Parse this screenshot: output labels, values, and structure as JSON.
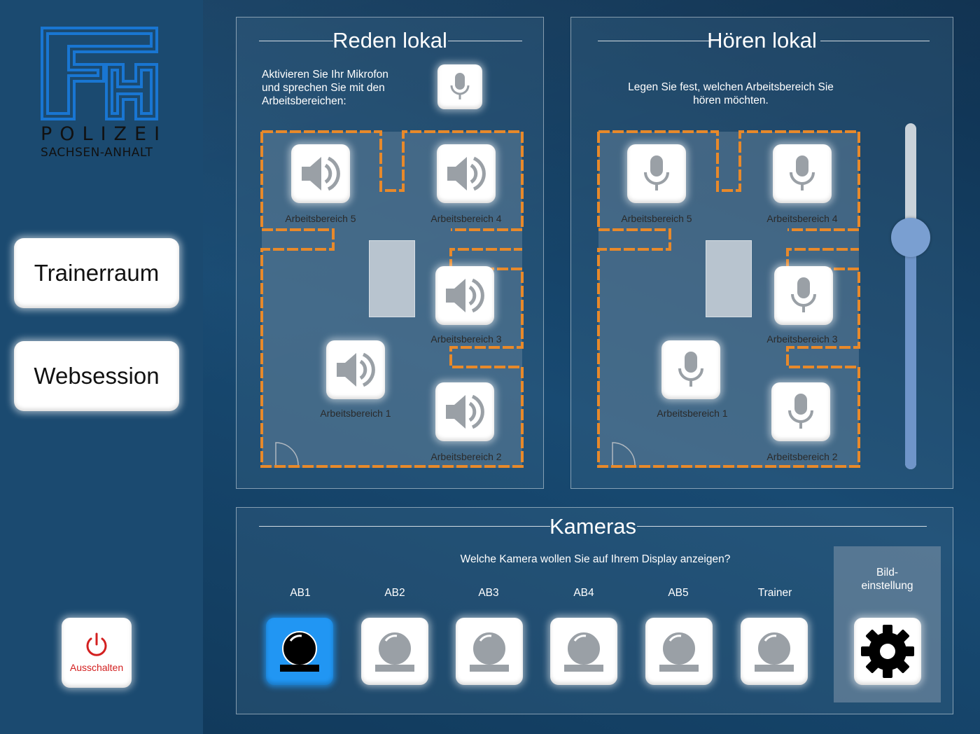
{
  "sidebar": {
    "logo": {
      "letters": "FH",
      "line1": "POLIZEI",
      "line2": "SACHSEN-ANHALT",
      "color": "#1976d2"
    },
    "nav": [
      {
        "label": "Trainerraum"
      },
      {
        "label": "Websession"
      }
    ],
    "power": {
      "label": "Ausschalten",
      "icon": "power-icon",
      "color": "#d32020"
    }
  },
  "reden": {
    "title": "Reden lokal",
    "description": "Aktivieren Sie Ihr Mikrofon und sprechen Sie mit den Arbeitsbereichen:",
    "mic_icon": "microphone-icon",
    "areas": [
      {
        "label": "Arbeitsbereich 5",
        "icon": "speaker-icon"
      },
      {
        "label": "Arbeitsbereich 4",
        "icon": "speaker-icon"
      },
      {
        "label": "Arbeitsbereich 3",
        "icon": "speaker-icon"
      },
      {
        "label": "Arbeitsbereich 1",
        "icon": "speaker-icon"
      },
      {
        "label": "Arbeitsbereich 2",
        "icon": "speaker-icon"
      }
    ]
  },
  "hoeren": {
    "title": "Hören lokal",
    "description": "Legen Sie fest, welchen Arbeitsbereich Sie hören möchten.",
    "volume_fraction": 0.67,
    "areas": [
      {
        "label": "Arbeitsbereich 5",
        "icon": "microphone-icon"
      },
      {
        "label": "Arbeitsbereich 4",
        "icon": "microphone-icon"
      },
      {
        "label": "Arbeitsbereich 3",
        "icon": "microphone-icon"
      },
      {
        "label": "Arbeitsbereich 1",
        "icon": "microphone-icon"
      },
      {
        "label": "Arbeitsbereich 2",
        "icon": "microphone-icon"
      }
    ]
  },
  "kameras": {
    "title": "Kameras",
    "question": "Welche Kamera wollen Sie auf Ihrem Display anzeigen?",
    "cameras": [
      {
        "label": "AB1",
        "active": true
      },
      {
        "label": "AB2",
        "active": false
      },
      {
        "label": "AB3",
        "active": false
      },
      {
        "label": "AB4",
        "active": false
      },
      {
        "label": "AB5",
        "active": false
      },
      {
        "label": "Trainer",
        "active": false
      }
    ],
    "bildeinstellung": {
      "label": "Bild-\neinstellung",
      "line1": "Bild-",
      "line2": "einstellung",
      "icon": "gear-icon"
    },
    "active_color": "#2196f3"
  },
  "colors": {
    "floor_wall": "#e8892a",
    "floor_fill": "#5f7e98"
  }
}
